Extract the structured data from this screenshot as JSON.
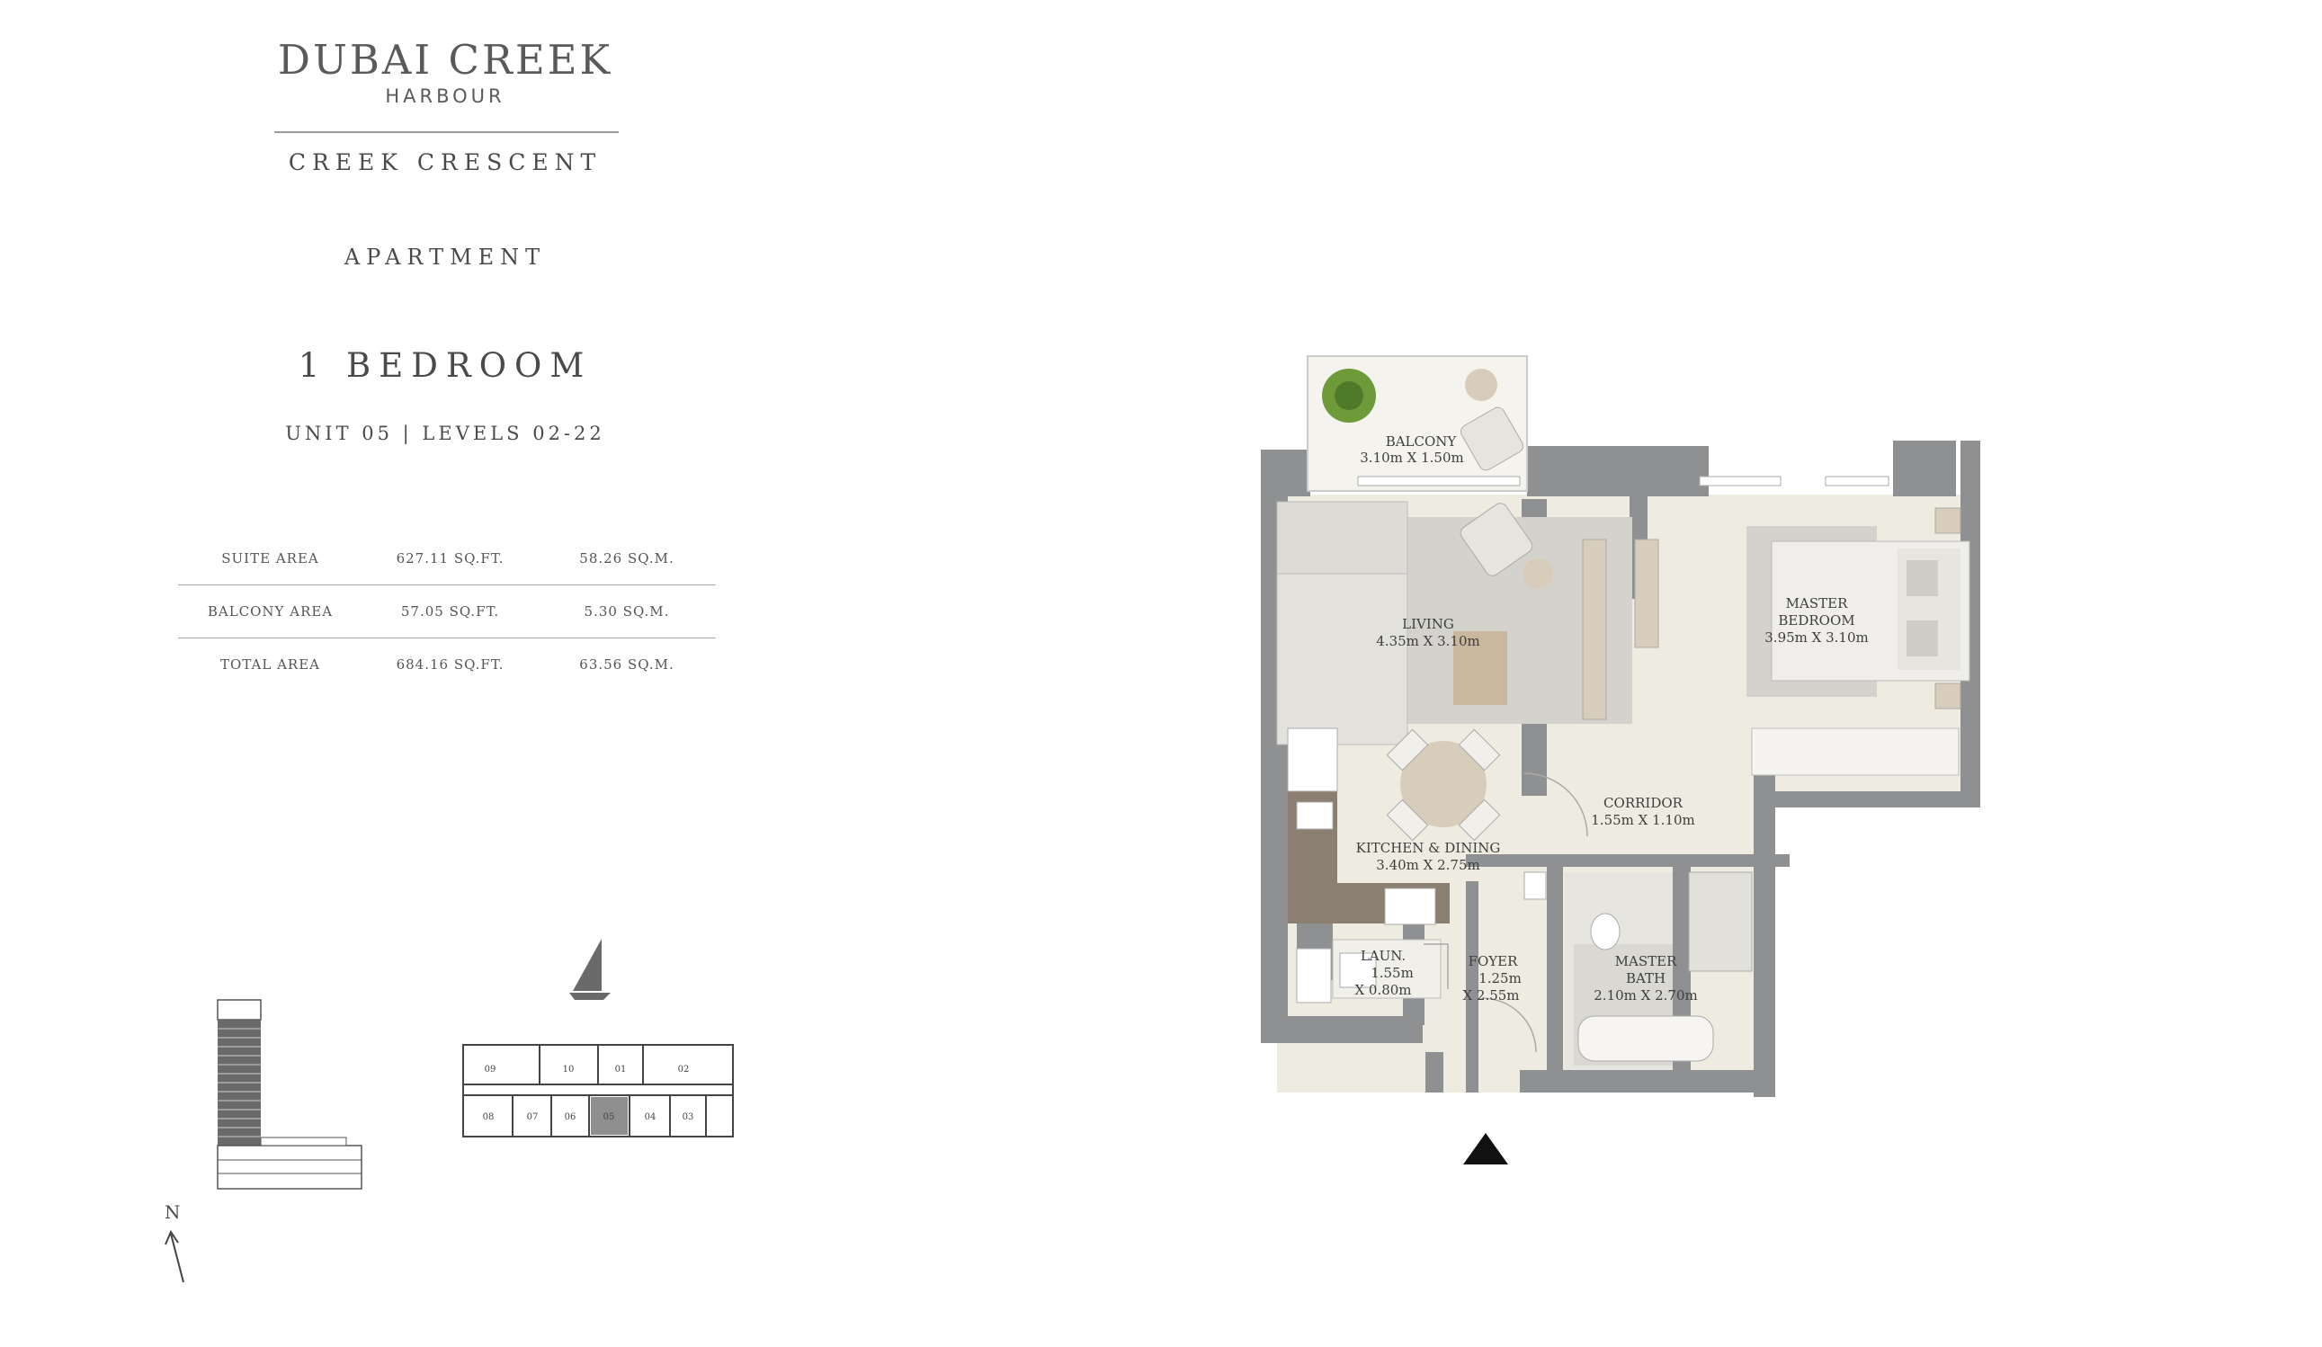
{
  "brand": {
    "title": "DUBAI CREEK",
    "subtitle": "HARBOUR"
  },
  "project": "CREEK CRESCENT",
  "type": "APARTMENT",
  "bedrooms": "1 BEDROOM",
  "unit": "UNIT 05 | LEVELS 02-22",
  "areas": [
    {
      "label": "SUITE AREA",
      "sqft": "627.11 SQ.FT.",
      "sqm": "58.26 SQ.M."
    },
    {
      "label": "BALCONY AREA",
      "sqft": "57.05 SQ.FT.",
      "sqm": "5.30 SQ.M."
    },
    {
      "label": "TOTAL AREA",
      "sqft": "684.16 SQ.FT.",
      "sqm": "63.56 SQ.M."
    }
  ],
  "compass": "N",
  "key_plan_units": [
    "09",
    "10",
    "01",
    "02",
    "08",
    "07",
    "06",
    "05",
    "04",
    "03"
  ],
  "highlighted_unit": "05",
  "rooms": {
    "balcony": {
      "name": "BALCONY",
      "dims": "3.10m X 1.50m"
    },
    "living": {
      "name": "LIVING",
      "dims": "4.35m X 3.10m"
    },
    "master_bedroom": {
      "name1": "MASTER",
      "name2": "BEDROOM",
      "dims": "3.95m X 3.10m"
    },
    "corridor": {
      "name": "CORRIDOR",
      "dims": "1.55m X 1.10m"
    },
    "kitchen": {
      "name": "KITCHEN & DINING",
      "dims": "3.40m X 2.75m"
    },
    "laundry": {
      "name": "LAUN.",
      "dim1": "1.55m",
      "dim2": "X 0.80m"
    },
    "foyer": {
      "name": "FOYER",
      "dim1": "1.25m",
      "dim2": "X 2.55m"
    },
    "master_bath": {
      "name1": "MASTER",
      "name2": "BATH",
      "dims": "2.10m X 2.70m"
    }
  },
  "colors": {
    "wall": "#8f9092",
    "floor": "#eeece1",
    "kitchen_counter": "#8a7f71",
    "wood": "#d8cdbb"
  }
}
